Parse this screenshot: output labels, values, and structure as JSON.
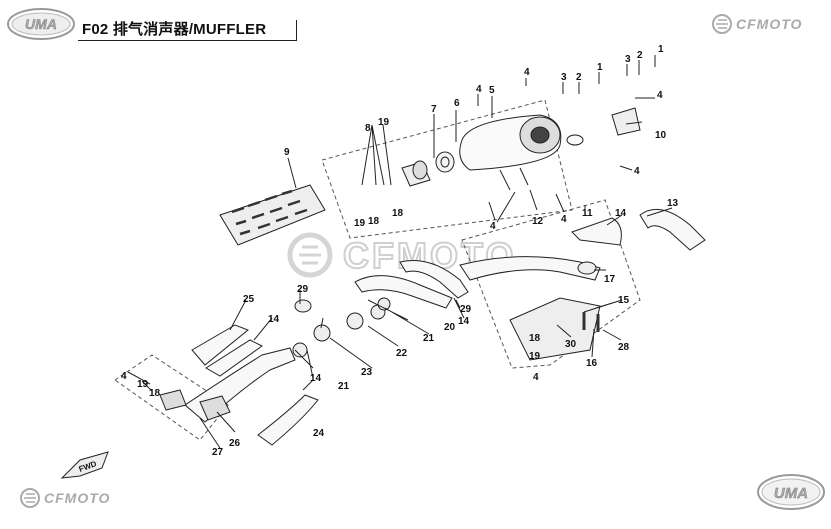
{
  "header": {
    "logo_text": "UMA",
    "title": "F02 排气消声器/MUFFLER"
  },
  "branding": {
    "top_right": "CFMOTO",
    "bottom_left": "CFMOTO",
    "watermark": "CFMOTO",
    "bottom_right_logo": "UMA"
  },
  "fwd_label": "FWD",
  "callouts": [
    "1",
    "2",
    "3",
    "4",
    "5",
    "6",
    "7",
    "8",
    "9",
    "10",
    "11",
    "12",
    "13",
    "14",
    "15",
    "16",
    "17",
    "18",
    "19",
    "20",
    "21",
    "22",
    "23",
    "24",
    "25",
    "26",
    "27",
    "28",
    "29",
    "30"
  ]
}
